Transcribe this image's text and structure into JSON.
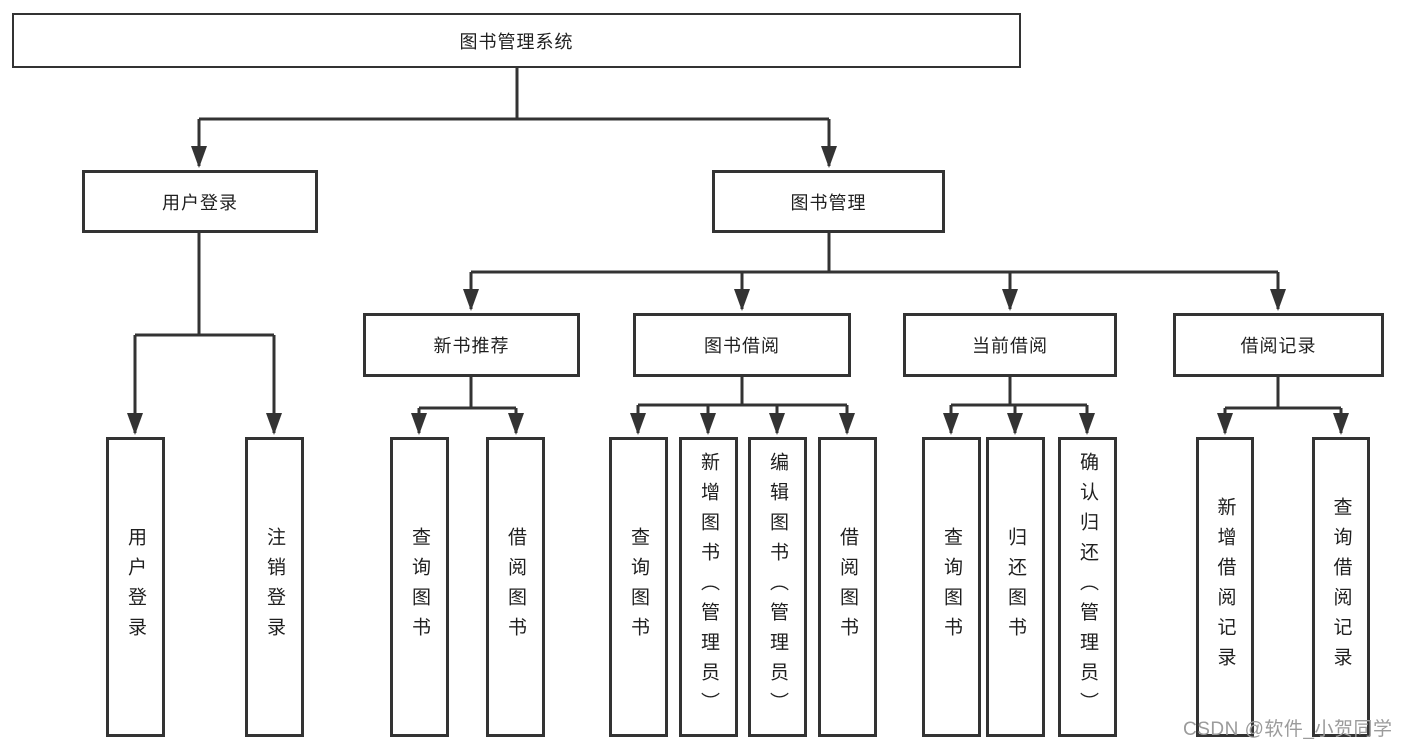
{
  "tree": {
    "label": "图书管理系统",
    "children": [
      {
        "label": "用户登录",
        "children": [
          {
            "label": "用户登录"
          },
          {
            "label": "注销登录"
          }
        ]
      },
      {
        "label": "图书管理",
        "children": [
          {
            "label": "新书推荐",
            "children": [
              {
                "label": "查询图书"
              },
              {
                "label": "借阅图书"
              }
            ]
          },
          {
            "label": "图书借阅",
            "children": [
              {
                "label": "查询图书"
              },
              {
                "label": "新增图书（管理员）"
              },
              {
                "label": "编辑图书（管理员）"
              },
              {
                "label": "借阅图书"
              }
            ]
          },
          {
            "label": "当前借阅",
            "children": [
              {
                "label": "查询图书"
              },
              {
                "label": "归还图书"
              },
              {
                "label": "确认归还（管理员）"
              }
            ]
          },
          {
            "label": "借阅记录",
            "children": [
              {
                "label": "新增借阅记录"
              },
              {
                "label": "查询借阅记录"
              }
            ]
          }
        ]
      }
    ]
  },
  "watermark": {
    "text": "CSDN @软件_小贺同学"
  },
  "colors": {
    "line": "#333333",
    "text": "#1f1f1f",
    "background": "#ffffff",
    "watermark": "#9b9b9b"
  }
}
